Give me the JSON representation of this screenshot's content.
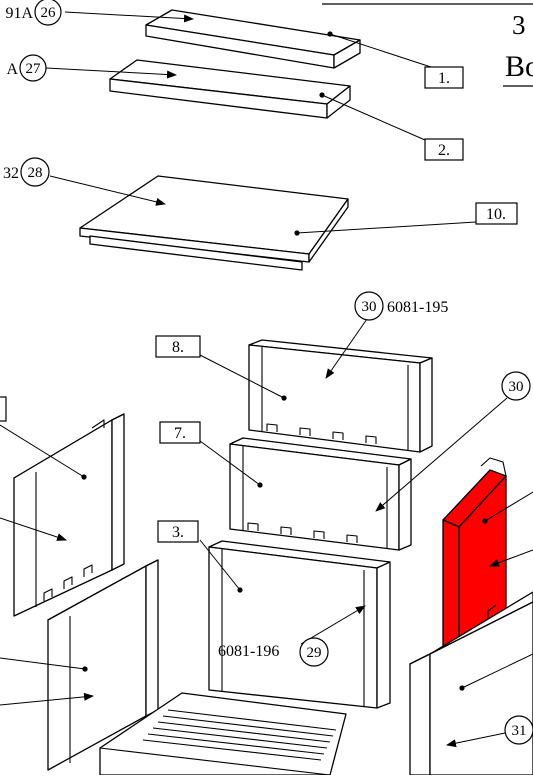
{
  "title": {
    "digit": "3",
    "word": "Bo"
  },
  "part_labels": {
    "p1": "1.",
    "p2": "2.",
    "p10": "10.",
    "p8": "8.",
    "p7": "7.",
    "p3": "3."
  },
  "bubbles": {
    "b26": "26",
    "b27": "27",
    "b28": "28",
    "b30_top": "30",
    "b30_right": "30",
    "b29": "29",
    "b31": "31"
  },
  "codes": {
    "c26": "91A",
    "c27": "A",
    "c28": "32",
    "c30": "6081-195",
    "c29": "6081-196"
  },
  "colors": {
    "highlight": "#ff0000",
    "line": "#000000",
    "background": "#ffffff"
  }
}
